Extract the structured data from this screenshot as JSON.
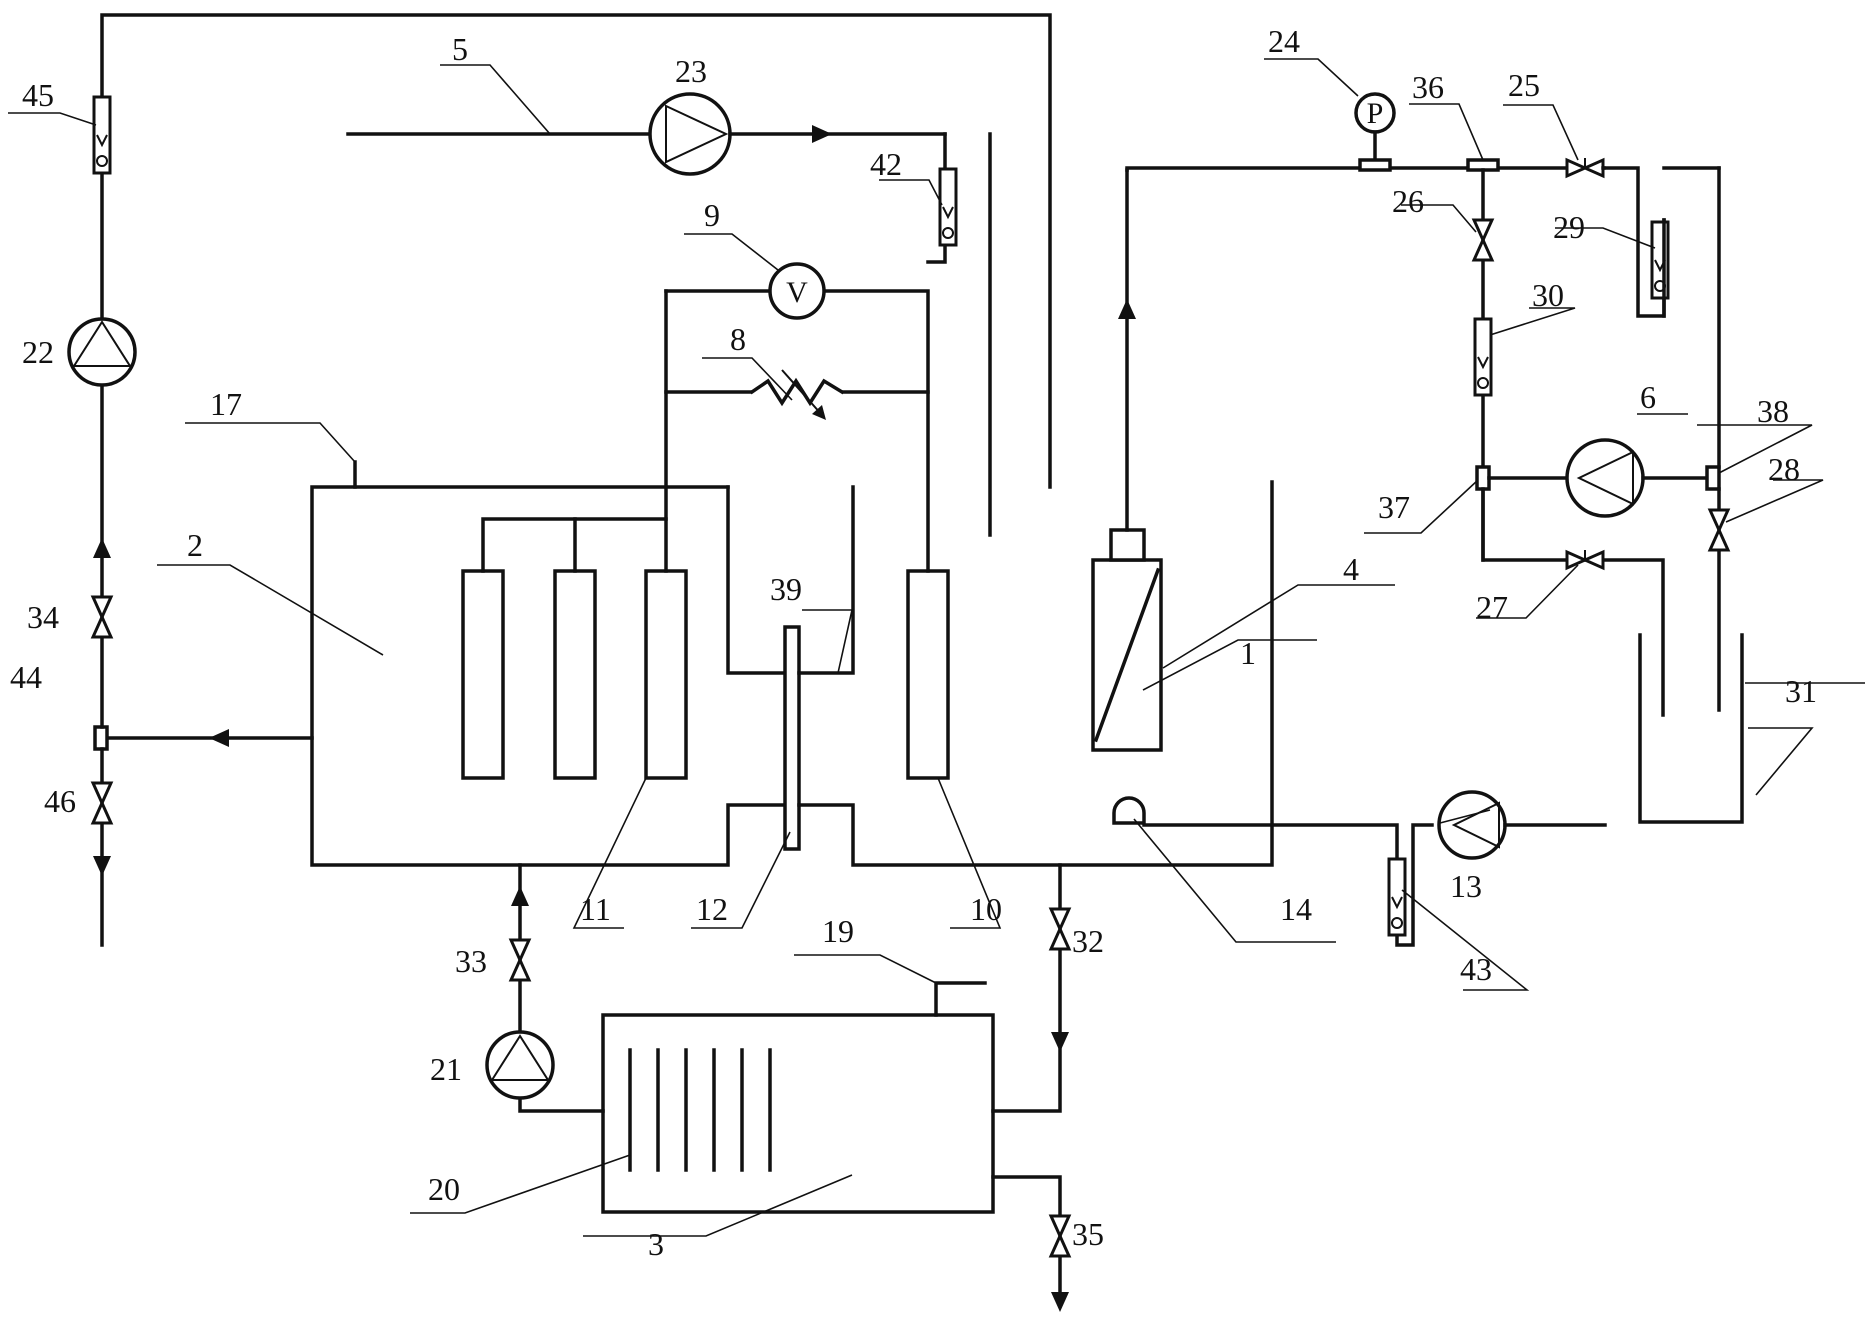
{
  "labels": {
    "n1": "1",
    "n2": "2",
    "n3": "3",
    "n4": "4",
    "n5": "5",
    "n6": "6",
    "n8": "8",
    "n9": "9",
    "n10": "10",
    "n11": "11",
    "n12": "12",
    "n13": "13",
    "n14": "14",
    "n17": "17",
    "n19": "19",
    "n20": "20",
    "n21": "21",
    "n22": "22",
    "n23": "23",
    "n24": "24",
    "n25": "25",
    "n26": "26",
    "n27": "27",
    "n28": "28",
    "n29": "29",
    "n30": "30",
    "n31": "31",
    "n32": "32",
    "n33": "33",
    "n34": "34",
    "n35": "35",
    "n36": "36",
    "n37": "37",
    "n38": "38",
    "n39": "39",
    "n42": "42",
    "n43": "43",
    "n44": "44",
    "n45": "45",
    "n46": "46"
  },
  "symbols": {
    "voltmeter": "V",
    "pressure_gauge": "P"
  },
  "colors": {
    "line": "#111111",
    "background": "#ffffff"
  }
}
